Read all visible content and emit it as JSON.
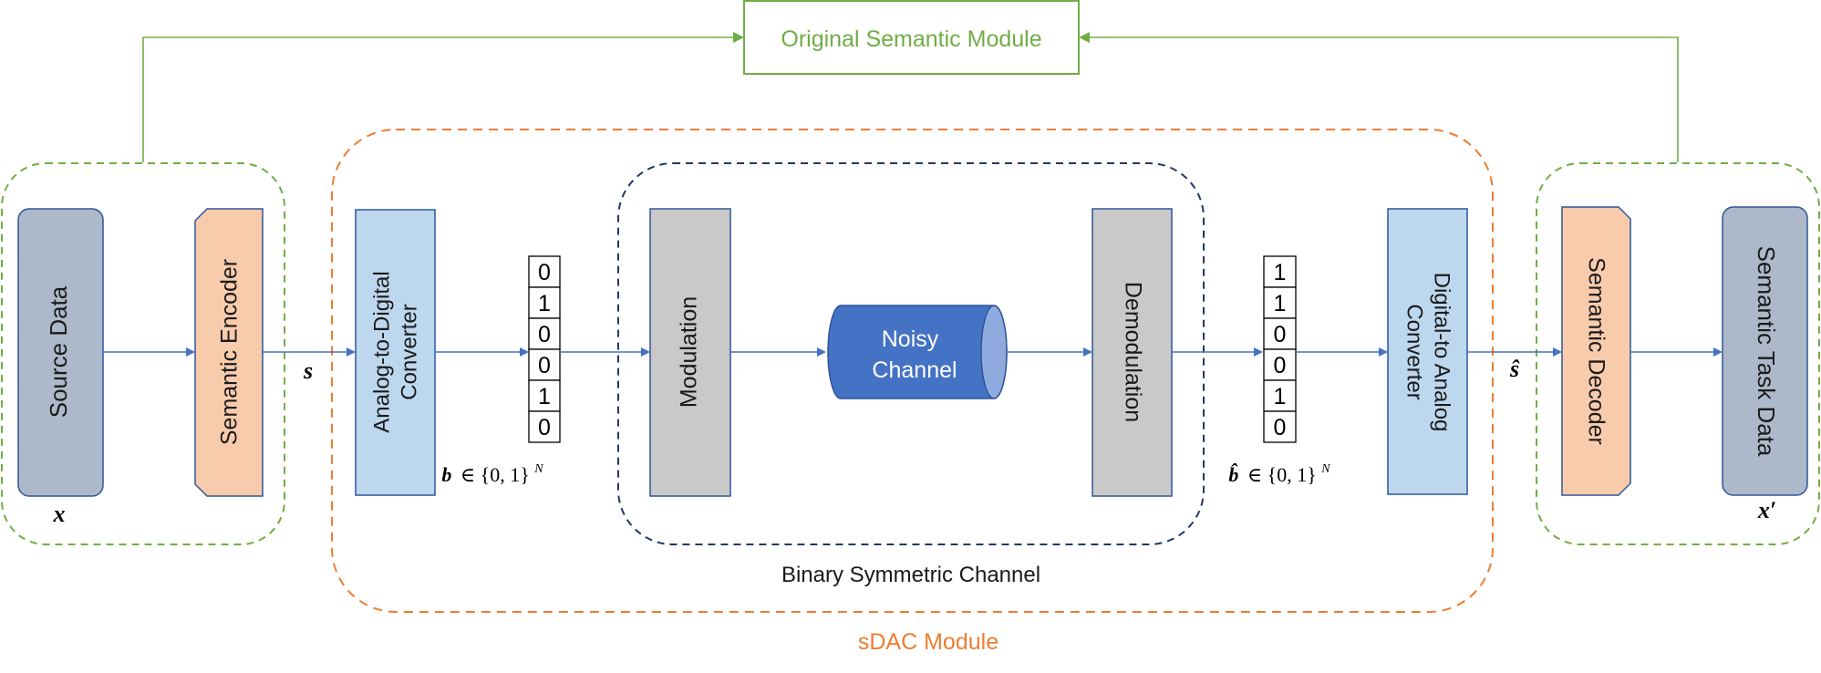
{
  "colors": {
    "green": "#70ad47",
    "orange": "#ed7d31",
    "navy": "#203864",
    "blue_arrow": "#4472c4",
    "slate_fill": "#adb9ca",
    "slate_stroke": "#2f5597",
    "peach_fill": "#f8cbad",
    "light_blue_fill": "#bdd7ee",
    "gray_fill": "#c9c9c9",
    "cylinder_fill": "#4472c4"
  },
  "regions": {
    "original_semantic_module": "Original Semantic Module",
    "sdac_module": "sDAC Module",
    "binary_symmetric_channel": "Binary Symmetric Channel"
  },
  "blocks": {
    "source_data": "Source Data",
    "semantic_encoder": "Semantic Encoder",
    "adc_line1": "Analog-to-Digital",
    "adc_line2": "Converter",
    "modulation": "Modulation",
    "noisy_channel_line1": "Noisy",
    "noisy_channel_line2": "Channel",
    "demodulation": "Demodulation",
    "dac_line1": "Digital-to Analog",
    "dac_line2": "Converter",
    "semantic_decoder": "Semantic Decoder",
    "semantic_task_data": "Semantic Task Data"
  },
  "symbols": {
    "x": "x",
    "s": "s",
    "b": "b",
    "b_hat": "b̂",
    "s_hat": "ŝ",
    "x_prime": "x′",
    "set_expr": "∈ {0, 1}",
    "set_exp": "N"
  },
  "bits_in": [
    "0",
    "1",
    "0",
    "0",
    "1",
    "0"
  ],
  "bits_out": [
    "1",
    "1",
    "0",
    "0",
    "1",
    "0"
  ]
}
